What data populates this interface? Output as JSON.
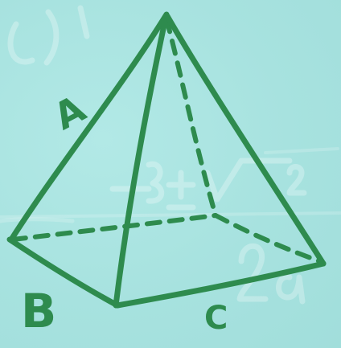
{
  "figure": {
    "type": "square-pyramid-sketch",
    "labels": {
      "a": "A",
      "b": "B",
      "c": "C"
    },
    "colors": {
      "background": "#a8e4e2",
      "stroke": "#2e8b4e",
      "watermark": "#ffffff"
    },
    "edges": {
      "visible": [
        "apex-to-left-corner",
        "apex-to-front-corner",
        "apex-to-right-corner",
        "left-to-front",
        "front-to-right"
      ],
      "hidden_dashed": [
        "apex-to-back-corner",
        "left-to-back",
        "back-to-right"
      ]
    }
  }
}
